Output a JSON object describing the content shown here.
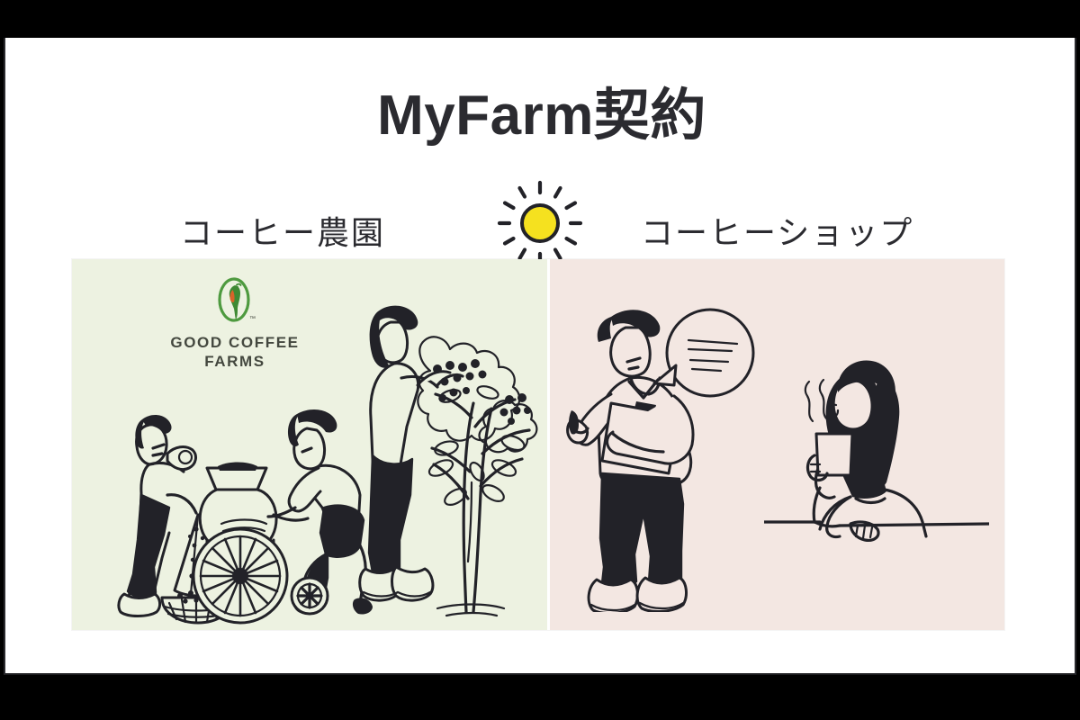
{
  "slide": {
    "title": "MyFarm契約",
    "title_color": "#2b2b30",
    "background": "#ffffff",
    "letterbox_color": "#000000"
  },
  "columns": [
    {
      "id": "farm",
      "label": "コーヒー農園",
      "panel_color": "#edf2e1",
      "logo": {
        "name": "good-coffee-farms-logo",
        "text": "GOOD COFFEE\nFARMS",
        "trademark": "™",
        "ring_color": "#4e9a3f",
        "bird_body_color": "#3f8a34",
        "bird_breast_color": "#d9632a",
        "text_color": "#44483f"
      },
      "illustrations": [
        "farmers-with-pedal-depulper",
        "coffee-picker-at-tree"
      ]
    },
    {
      "id": "shop",
      "label": "コーヒーショップ",
      "panel_color": "#f3e7e2",
      "illustrations": [
        "barista-with-clipboard-speech-bubble",
        "customer-drinking-coffee"
      ]
    }
  ],
  "sun_icon": {
    "name": "sun-icon",
    "fill": "#f5e11f",
    "stroke": "#222228",
    "rays": 12
  },
  "icons": {
    "sun": "sun-icon",
    "bird": "quetzal-bird-icon",
    "speech_bubble": "speech-bubble-icon",
    "steam": "steam-icon"
  }
}
